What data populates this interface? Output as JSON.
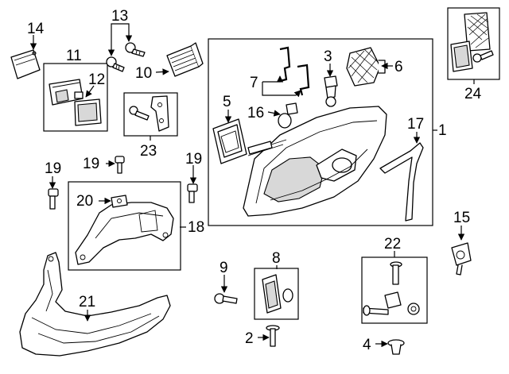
{
  "diagram": {
    "callouts": {
      "c1": "1",
      "c2": "2",
      "c3": "3",
      "c4": "4",
      "c5": "5",
      "c6": "6",
      "c7": "7",
      "c8": "8",
      "c9": "9",
      "c10": "10",
      "c11": "11",
      "c12": "12",
      "c13": "13",
      "c14": "14",
      "c15": "15",
      "c16": "16",
      "c17": "17",
      "c18": "18",
      "c19a": "19",
      "c19b": "19",
      "c19c": "19",
      "c20": "20",
      "c21": "21",
      "c22": "22",
      "c23": "23",
      "c24": "24"
    }
  }
}
